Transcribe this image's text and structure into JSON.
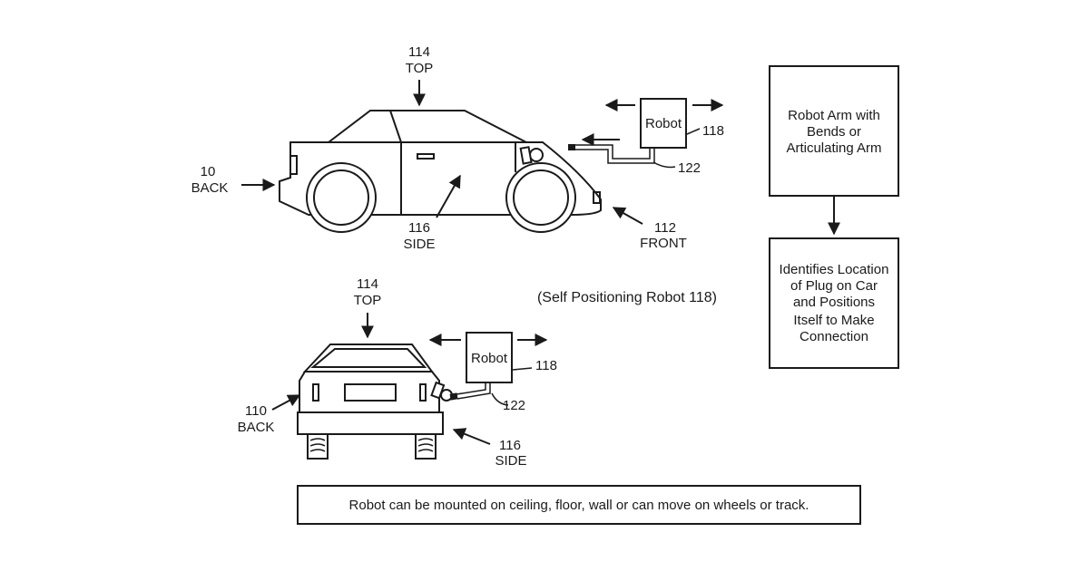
{
  "side_view": {
    "top_ref": "114",
    "top_word": "TOP",
    "back_ref": "10",
    "back_word": "BACK",
    "side_ref": "116",
    "side_word": "SIDE",
    "front_ref": "112",
    "front_word": "FRONT",
    "robot_label": "Robot",
    "robot_ref": "118",
    "arm_ref": "122"
  },
  "rear_view": {
    "top_ref": "114",
    "top_word": "TOP",
    "back_ref": "110",
    "back_word": "BACK",
    "side_ref": "116",
    "side_word": "SIDE",
    "robot_label": "Robot",
    "robot_ref": "118",
    "arm_ref": "122"
  },
  "caption": "(Self Positioning Robot 118)",
  "flow": {
    "box1_lines": [
      "Robot Arm with",
      "Bends or",
      "Articulating Arm"
    ],
    "box2_lines": [
      "Identifies Location",
      "of Plug on Car",
      "and Positions",
      "Itself to Make",
      "Connection"
    ]
  },
  "footer_note": "Robot can be mounted on ceiling, floor, wall or can move on wheels or track."
}
